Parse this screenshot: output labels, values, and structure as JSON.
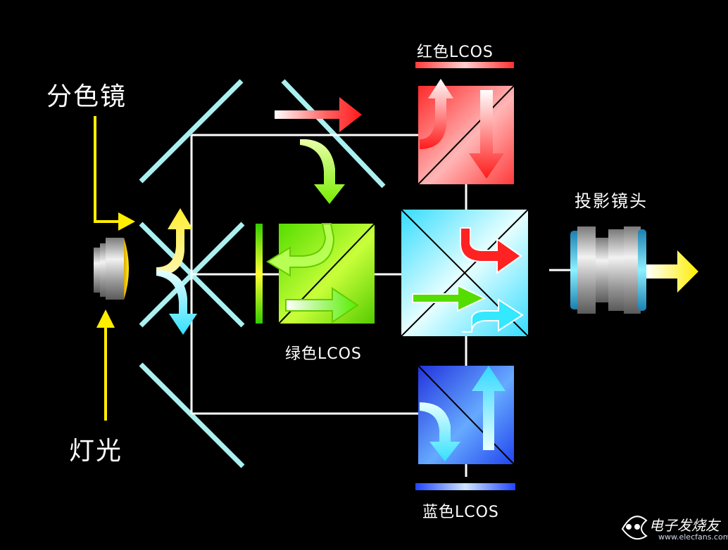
{
  "labels": {
    "dichroic": "分色镜",
    "lamp": "灯光",
    "red_lcos": "红色LCOS",
    "green_lcos": "绿色LCOS",
    "blue_lcos": "蓝色LCOS",
    "lens": "投影镜头"
  },
  "watermark": {
    "logo_text": "电子发烧友",
    "url": "www.elecfans.com"
  },
  "colors": {
    "background": "#000000",
    "red": "#ff2020",
    "green": "#66ee00",
    "blue": "#2255ff",
    "cyan": "#33e8ff",
    "yellow": "#ffee00",
    "white": "#ffffff",
    "mirror": "#aaf0f0"
  }
}
